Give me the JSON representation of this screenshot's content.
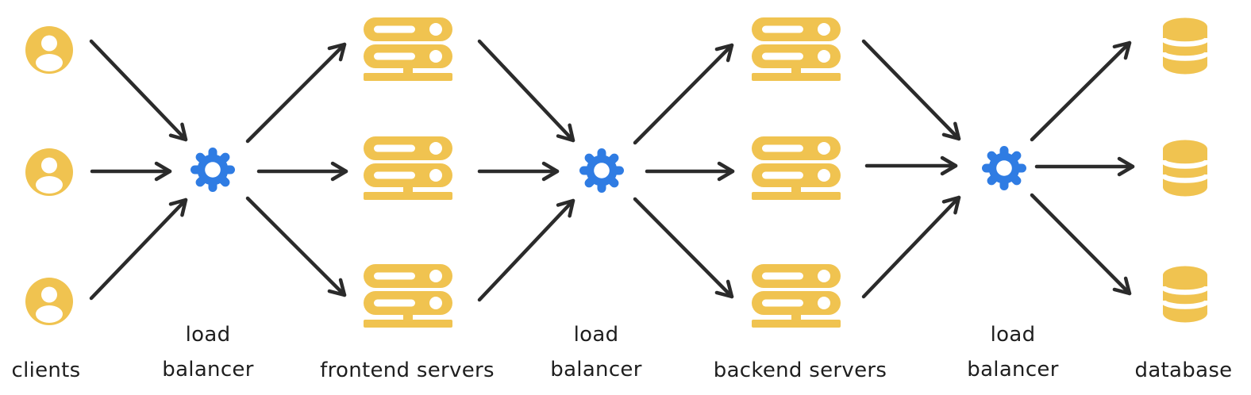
{
  "diagram_type": "load-balancing-architecture-flow",
  "nodes": [
    {
      "id": "clients",
      "label": "clients",
      "icon": "user-icon",
      "count": 3
    },
    {
      "id": "load_balancer_1",
      "label": "load balancer",
      "icon": "gear-icon",
      "count": 1
    },
    {
      "id": "frontend_servers",
      "label": "frontend servers",
      "icon": "server-rack-icon",
      "count": 3
    },
    {
      "id": "load_balancer_2",
      "label": "load balancer",
      "icon": "gear-icon",
      "count": 1
    },
    {
      "id": "backend_servers",
      "label": "backend servers",
      "icon": "server-rack-icon",
      "count": 3
    },
    {
      "id": "load_balancer_3",
      "label": "load balancer",
      "icon": "gear-icon",
      "count": 1
    },
    {
      "id": "database",
      "label": "database",
      "icon": "database-cylinder-icon",
      "count": 3
    }
  ],
  "edges": [
    {
      "from": "clients",
      "to": "load_balancer_1",
      "arrows": 3
    },
    {
      "from": "load_balancer_1",
      "to": "frontend_servers",
      "arrows": 3
    },
    {
      "from": "frontend_servers",
      "to": "load_balancer_2",
      "arrows": 3
    },
    {
      "from": "load_balancer_2",
      "to": "backend_servers",
      "arrows": 3
    },
    {
      "from": "backend_servers",
      "to": "load_balancer_3",
      "arrows": 3
    },
    {
      "from": "load_balancer_3",
      "to": "database",
      "arrows": 3
    }
  ],
  "colors": {
    "icon_yellow": "#F0C350",
    "icon_blue": "#2F7CE3",
    "arrow": "#2B2B2B",
    "text": "#1E1E1E",
    "background": "#FFFFFF"
  }
}
